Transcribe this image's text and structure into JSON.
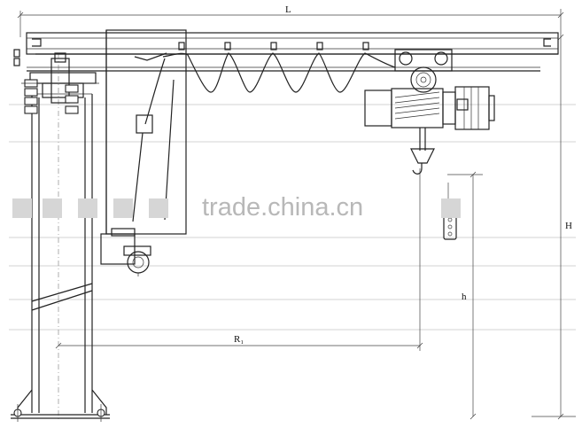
{
  "labels": {
    "overall_length": "L",
    "overall_height": "H",
    "lift_height": "h",
    "working_radius": "R₁"
  },
  "watermark": "trade.china.cn",
  "colors": {
    "line": "#222222",
    "background": "#ffffff",
    "watermark": "#b8b8b8"
  }
}
